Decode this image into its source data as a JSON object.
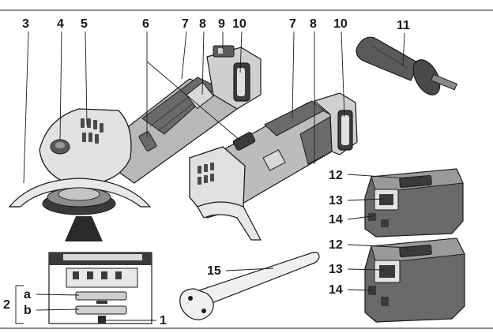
{
  "callouts": {
    "c1": "1",
    "c2": "2",
    "c3": "3",
    "c4": "4",
    "c5": "5",
    "c6": "6",
    "c7a": "7",
    "c8a": "8",
    "c9": "9",
    "c10a": "10",
    "c7b": "7",
    "c8b": "8",
    "c10b": "10",
    "c11": "11",
    "c12a": "12",
    "c13a": "13",
    "c14a": "14",
    "c12b": "12",
    "c13b": "13",
    "c14b": "14",
    "c15": "15",
    "ca": "a",
    "cb": "b"
  },
  "colors": {
    "outline": "#1a1a1a",
    "body_light": "#e6e6e6",
    "body_mid": "#b4b4b4",
    "body_dark": "#6e6e6e",
    "grip": "#5a5a5a"
  }
}
